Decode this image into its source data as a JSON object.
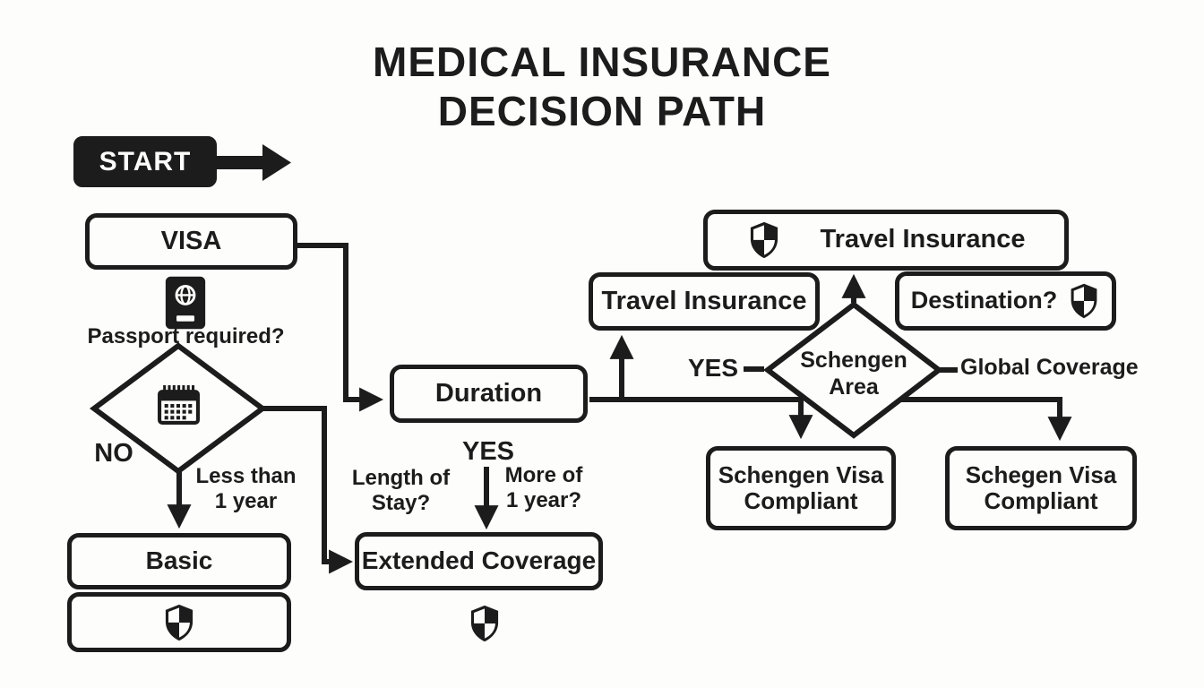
{
  "title": "MEDICAL INSURANCE\nDECISION PATH",
  "colors": {
    "ink": "#1c1c1c",
    "background": "#fdfdfc"
  },
  "icons": {
    "shield": "shield-icon",
    "passport": "passport-icon",
    "calendar": "calendar-icon"
  },
  "flow": {
    "start": {
      "label": "START"
    },
    "visa": {
      "label": "VISA"
    },
    "passport_question": {
      "label": "Passport required?"
    },
    "passport_decision": {
      "no_label": "NO",
      "right_label": "Less than\n1 year"
    },
    "basic": {
      "label": "Basic"
    },
    "duration": {
      "label": "Duration"
    },
    "duration_branch": {
      "yes_label": "YES",
      "left_label": "Length of\nStay?",
      "right_label": "More of\n1 year?"
    },
    "extended": {
      "label": "Extended Coverage"
    },
    "travel_insurance_top": {
      "label": "Travel Insurance"
    },
    "travel_insurance_left": {
      "label": "Travel Insurance"
    },
    "destination": {
      "label": "Destination?"
    },
    "schengen_decision": {
      "label": "Schengen\nArea",
      "yes_label": "YES",
      "right_label": "Global Coverage"
    },
    "schengen_compliant": {
      "label": "Schengen Visa\nCompliant"
    },
    "schegen_compliant": {
      "label": "Schegen Visa\nCompliant"
    }
  }
}
